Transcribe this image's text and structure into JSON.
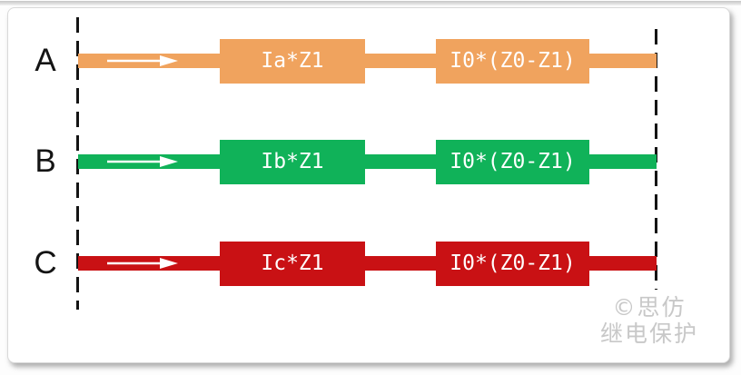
{
  "phases": [
    {
      "label": "A",
      "color": "#F0A35E",
      "series_impedance": "Ia*Z1",
      "zero_seq_impedance": "I0*(Z0-Z1)"
    },
    {
      "label": "B",
      "color": "#10B259",
      "series_impedance": "Ib*Z1",
      "zero_seq_impedance": "I0*(Z0-Z1)"
    },
    {
      "label": "C",
      "color": "#C91114",
      "series_impedance": "Ic*Z1",
      "zero_seq_impedance": "I0*(Z0-Z1)"
    }
  ],
  "watermark": {
    "line1": "©思仿",
    "line2": "继电保护",
    "color": "#C8C8C8"
  },
  "colors": {
    "dashed_line": "#141414",
    "label_text": "#141414",
    "box_text": "#FFFFFF",
    "arrow": "#FFFFFF",
    "card_border": "#D9D9D9",
    "card_background": "#FFFFFF"
  }
}
